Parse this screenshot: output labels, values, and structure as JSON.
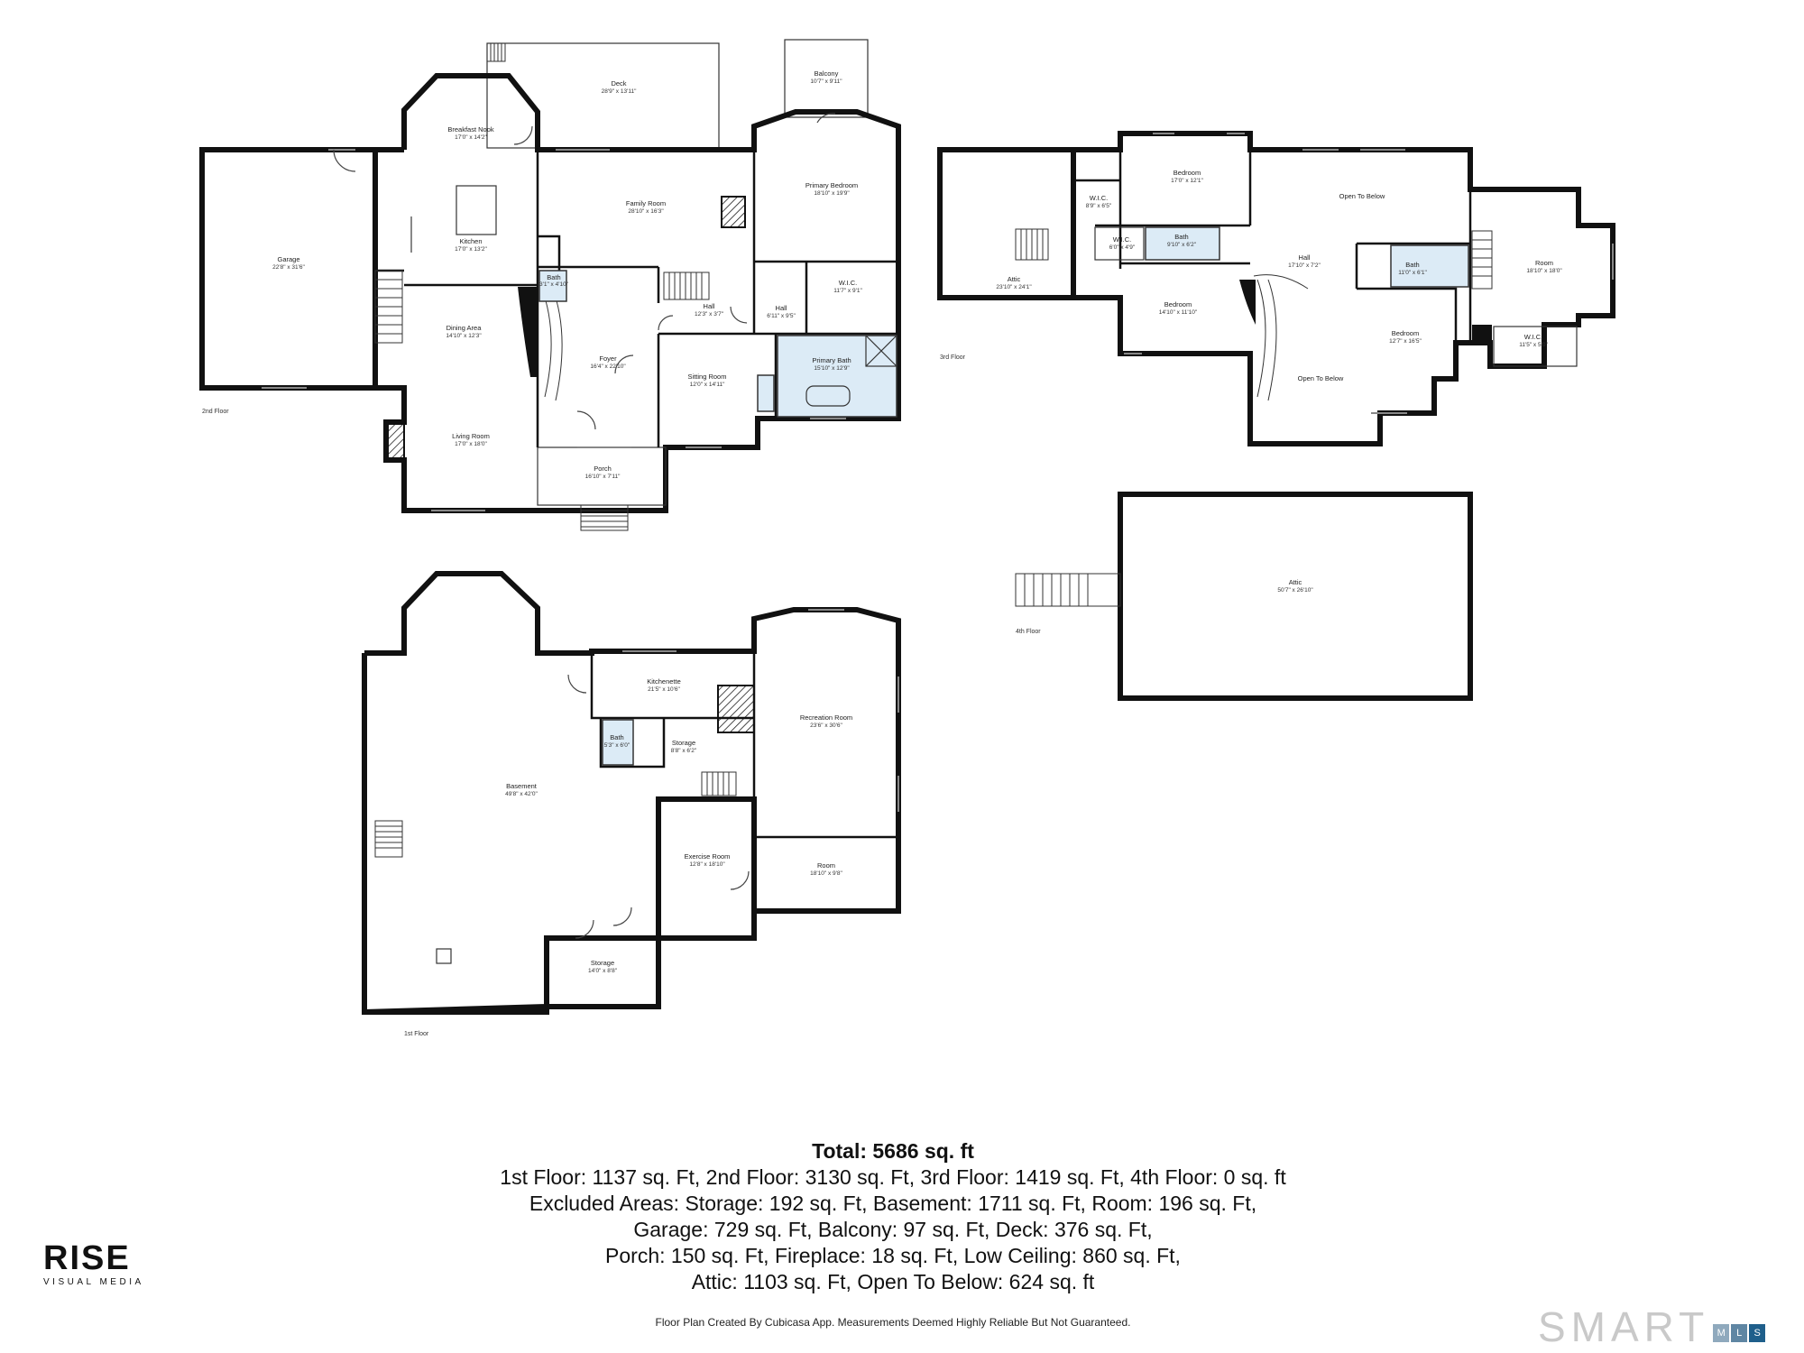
{
  "floors": {
    "second": {
      "label": "2nd Floor",
      "rooms": [
        {
          "name": "Deck",
          "dims": "28'9\" x 13'11\""
        },
        {
          "name": "Balcony",
          "dims": "10'7\" x 9'11\""
        },
        {
          "name": "Breakfast Nook",
          "dims": "17'0\" x 14'2\""
        },
        {
          "name": "Garage",
          "dims": "22'8\" x 31'6\""
        },
        {
          "name": "Kitchen",
          "dims": "17'0\" x 13'2\""
        },
        {
          "name": "Family Room",
          "dims": "28'10\" x 16'3\""
        },
        {
          "name": "Primary Bedroom",
          "dims": "18'10\" x 19'9\""
        },
        {
          "name": "Bath",
          "dims": "3'1\" x 4'10\""
        },
        {
          "name": "Hall",
          "dims": "12'3\" x 3'7\""
        },
        {
          "name": "Hall",
          "dims": "6'11\" x 9'5\""
        },
        {
          "name": "W.I.C.",
          "dims": "11'7\" x 9'1\""
        },
        {
          "name": "Dining Area",
          "dims": "14'10\" x 12'3\""
        },
        {
          "name": "Foyer",
          "dims": "16'4\" x 22'10\""
        },
        {
          "name": "Sitting Room",
          "dims": "12'0\" x 14'11\""
        },
        {
          "name": "Primary Bath",
          "dims": "15'10\" x 12'9\""
        },
        {
          "name": "Living Room",
          "dims": "17'0\" x 18'0\""
        },
        {
          "name": "Porch",
          "dims": "16'10\" x 7'11\""
        }
      ]
    },
    "third": {
      "label": "3rd Floor",
      "rooms": [
        {
          "name": "Bedroom",
          "dims": "17'0\" x 12'1\""
        },
        {
          "name": "Open To Below",
          "dims": ""
        },
        {
          "name": "W.I.C.",
          "dims": "8'9\" x 6'5\""
        },
        {
          "name": "W.I.C.",
          "dims": "6'0\" x 4'9\""
        },
        {
          "name": "Bath",
          "dims": "9'10\" x 6'2\""
        },
        {
          "name": "Room",
          "dims": "18'10\" x 18'0\""
        },
        {
          "name": "Hall",
          "dims": "17'10\" x 7'2\""
        },
        {
          "name": "Bath",
          "dims": "11'0\" x 6'1\""
        },
        {
          "name": "Attic",
          "dims": "23'10\" x 24'1\""
        },
        {
          "name": "Bedroom",
          "dims": "14'10\" x 11'10\""
        },
        {
          "name": "Bedroom",
          "dims": "12'7\" x 16'5\""
        },
        {
          "name": "W.I.C.",
          "dims": "11'5\" x 5'0\""
        },
        {
          "name": "Open To Below",
          "dims": ""
        }
      ]
    },
    "fourth": {
      "label": "4th Floor",
      "rooms": [
        {
          "name": "Attic",
          "dims": "50'7\" x 26'10\""
        }
      ]
    },
    "first": {
      "label": "1st Floor",
      "rooms": [
        {
          "name": "Kitchenette",
          "dims": "21'5\" x 10'6\""
        },
        {
          "name": "Recreation Room",
          "dims": "23'6\" x 30'6\""
        },
        {
          "name": "Bath",
          "dims": "5'3\" x 6'0\""
        },
        {
          "name": "Storage",
          "dims": "8'8\" x 6'2\""
        },
        {
          "name": "Basement",
          "dims": "49'8\" x 42'0\""
        },
        {
          "name": "Exercise Room",
          "dims": "12'8\" x 18'10\""
        },
        {
          "name": "Room",
          "dims": "18'10\" x 9'8\""
        },
        {
          "name": "Storage",
          "dims": "14'0\" x 8'8\""
        }
      ]
    }
  },
  "summary": {
    "total": "Total: 5686 sq. ft",
    "lines": [
      "1st Floor: 1137 sq. Ft, 2nd Floor: 3130 sq. Ft, 3rd Floor: 1419 sq. Ft, 4th Floor: 0 sq. ft",
      "Excluded Areas: Storage: 192 sq. Ft, Basement: 1711 sq. Ft, Room: 196 sq. Ft,",
      "Garage: 729 sq. Ft, Balcony: 97 sq. Ft, Deck: 376 sq. Ft,",
      "Porch: 150 sq. Ft, Fireplace: 18 sq. Ft, Low Ceiling: 860 sq. Ft,",
      "Attic: 1103 sq. Ft, Open To Below: 624 sq. ft"
    ]
  },
  "disclaimer": "Floor Plan Created By Cubicasa App. Measurements Deemed Highly Reliable But Not Guaranteed.",
  "logos": {
    "rise_main": "RISE",
    "rise_sub": "VISUAL MEDIA",
    "smart_word": "SMART",
    "smart_badge": [
      "M",
      "L",
      "S"
    ]
  },
  "colors": {
    "walls": "#111111",
    "bath_fill": "#dcebf6",
    "smart_gray": "#c9c9c9",
    "mls_blue": "#1f5f8b"
  }
}
